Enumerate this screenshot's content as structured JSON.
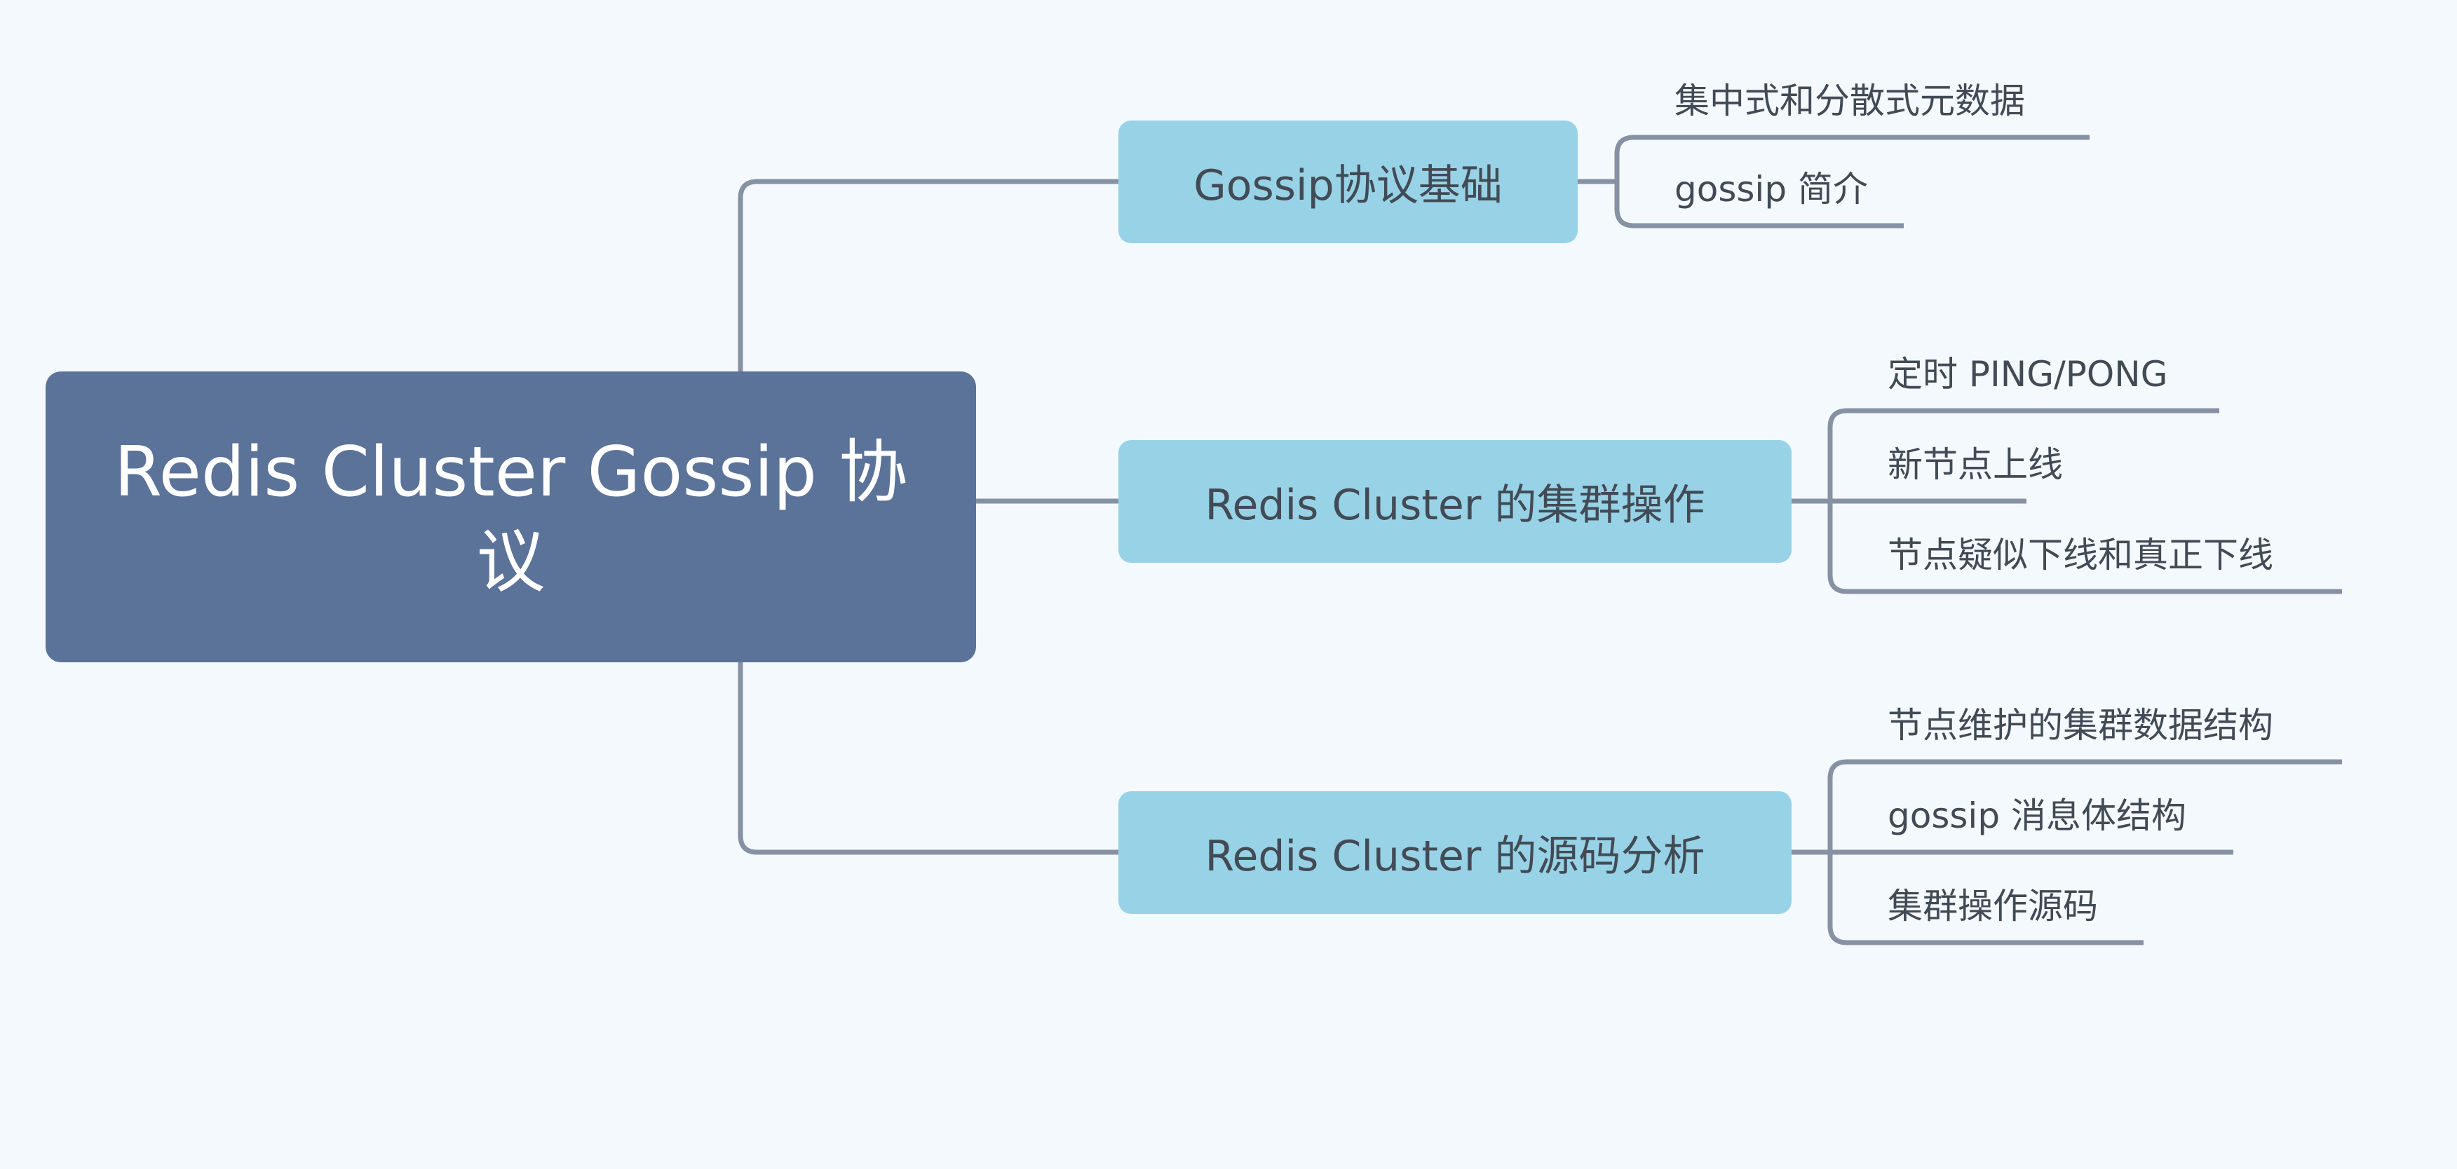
{
  "mindmap": {
    "root": {
      "label": "Redis Cluster Gossip 协议"
    },
    "branches": [
      {
        "label": "Gossip协议基础",
        "children": [
          "集中式和分散式元数据",
          "gossip 简介"
        ]
      },
      {
        "label": "Redis Cluster 的集群操作",
        "children": [
          "定时 PING/PONG",
          "新节点上线",
          "节点疑似下线和真正下线"
        ]
      },
      {
        "label": "Redis Cluster 的源码分析",
        "children": [
          "节点维护的集群数据结构",
          "gossip 消息体结构",
          "集群操作源码"
        ]
      }
    ]
  },
  "colors": {
    "background": "#F4F9FD",
    "root_fill": "#5B7299",
    "branch_fill": "#98D2E6",
    "connector": "#8691A3",
    "text_dark": "#424B55",
    "text_light": "#FFFFFF"
  }
}
